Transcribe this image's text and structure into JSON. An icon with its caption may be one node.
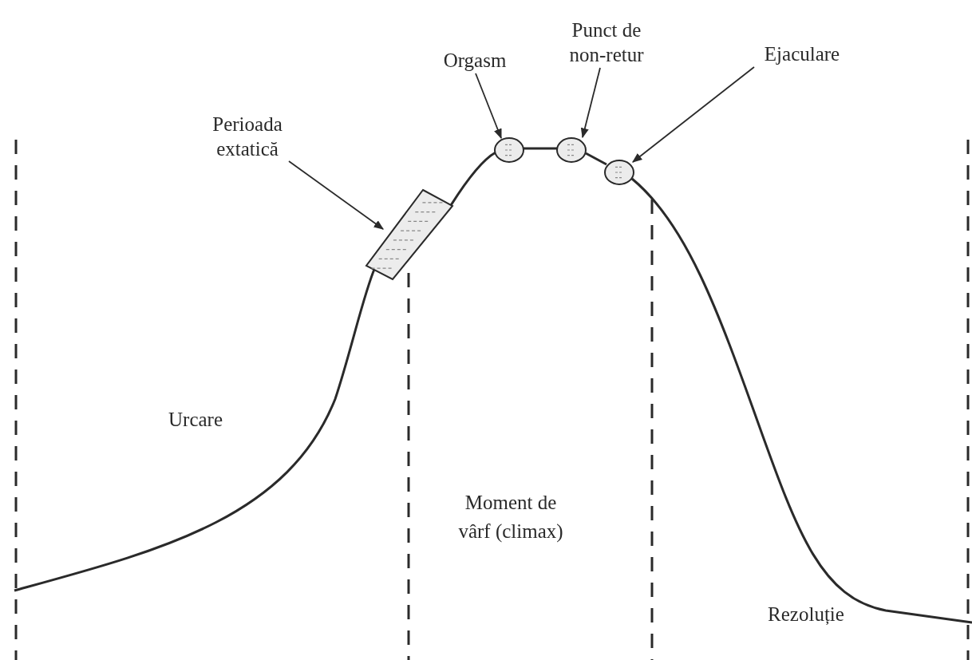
{
  "diagram": {
    "nodes": [
      {
        "text": [
          "Perioada extatică"
        ]
      },
      {
        "text": [
          "Orgasm"
        ]
      },
      {
        "text": [
          "Punct de non-retur"
        ]
      },
      {
        "text": [
          "Ejaculare"
        ]
      },
      {
        "text": [],
        "shape": "box"
      },
      {
        "text": [],
        "shape": "circle"
      },
      {
        "text": [],
        "shape": "circle"
      },
      {
        "text": [],
        "shape": "circle"
      }
    ],
    "edges": [
      {
        "from": 0,
        "to": 4,
        "arrow": "to"
      },
      {
        "from": 1,
        "to": 5,
        "arrow": "to"
      },
      {
        "from": 2,
        "to": 6,
        "arrow": "to"
      },
      {
        "from": 3,
        "to": 7,
        "arrow": "to"
      }
    ],
    "labels": [
      "Urcare",
      "Moment de vârf (climax)",
      "Rezoluție"
    ]
  }
}
